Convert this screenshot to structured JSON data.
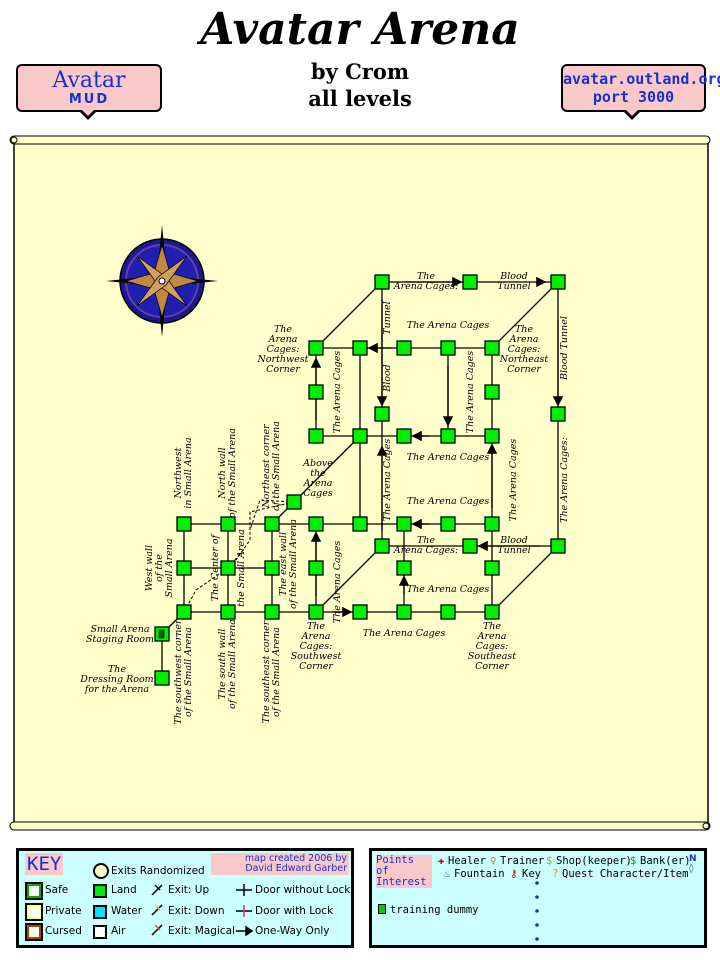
{
  "header": {
    "title": "Avatar Arena",
    "byline1": "by Crom",
    "byline2": "all levels",
    "logo_line1": "Avatar",
    "logo_line2": "MUD",
    "server_line1": "avatar.outland.org",
    "server_line2": "port 3000"
  },
  "map": {
    "labels": {
      "arena_cages_nw": [
        "The",
        "Arena",
        "Cages:",
        "Northwest",
        "Corner"
      ],
      "arena_cages_ne": [
        "The",
        "Arena",
        "Cages:",
        "Northeast",
        "Corner"
      ],
      "arena_cages_sw": [
        "The",
        "Arena",
        "Cages:",
        "Southwest",
        "Corner"
      ],
      "arena_cages_se": [
        "The",
        "Arena",
        "Cages:",
        "Southeast",
        "Corner"
      ],
      "top_arena_cages": [
        "The",
        "Arena Cages:"
      ],
      "top_blood_tunnel": [
        "Blood",
        "Tunnel"
      ],
      "mid_arena_cages": [
        "The",
        "Arena Cages:"
      ],
      "mid_blood_tunnel": [
        "Blood",
        "Tunnel"
      ],
      "arena_cages": "The Arena Cages",
      "tunnel": "Tunnel",
      "blood": "Blood",
      "blood_tunnel": "Blood Tunnel",
      "arena_cages_colon": "The Arena Cages:",
      "above_arena": [
        "Above",
        "the",
        "Arena",
        "Cages"
      ],
      "nw_small": [
        "Northwest",
        "in Small Arena"
      ],
      "north_wall": [
        "North wall",
        "of the Small Arena"
      ],
      "ne_corner_small": [
        "Northeast corner",
        "of the Small Arena"
      ],
      "west_wall": [
        "West wall",
        "of the",
        "Small Arena"
      ],
      "center_of": "The Center of",
      "small_arena_vert": "the Small Arena",
      "east_wall": [
        "The east wall",
        "of the Small Arena"
      ],
      "staging": [
        "Small Arena",
        "Staging Room"
      ],
      "dressing": [
        "The",
        "Dressing Room",
        "for the Arena"
      ],
      "sw_corner_small": [
        "The southwest corner",
        "of the Small Arena"
      ],
      "south_wall": [
        "The south wall",
        "of the Small Arena"
      ],
      "se_corner_small": [
        "The southeast corner",
        "of the Small Arena"
      ]
    }
  },
  "key": {
    "title": "KEY",
    "exits_randomized": "Exits Randomized",
    "credit_line1": "map created 2006 by",
    "credit_line2": "David Edward Garber",
    "safe": "Safe",
    "private": "Private",
    "cursed": "Cursed",
    "land": "Land",
    "water": "Water",
    "air": "Air",
    "exit_up": "Exit: Up",
    "exit_down": "Exit: Down",
    "exit_magical": "Exit: Magical",
    "door_without_lock": "Door without Lock",
    "door_with_lock": "Door with Lock",
    "one_way_only": "One-Way Only",
    "colors": {
      "land": "#00ee00",
      "water": "#00e5ff",
      "air": "#ffffff",
      "safe": "#00aa00",
      "private": "#ffff88",
      "cursed": "#aa4400"
    }
  },
  "poi": {
    "title_line1": "Points of",
    "title_line2": "Interest",
    "healer": "Healer",
    "trainer": "Trainer",
    "shop": "Shop(keeper)",
    "bank": "Bank(er)",
    "fountain": "Fountain",
    "key": "Key",
    "quest": "Quest Character/Item",
    "training_dummy": "training dummy"
  }
}
